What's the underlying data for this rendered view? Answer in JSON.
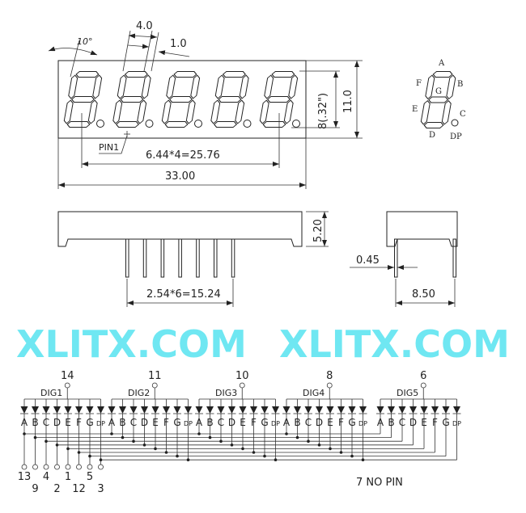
{
  "front_view": {
    "angle_label": "10°",
    "digit_width_label": "4.0",
    "segment_width_label": "1.0",
    "pin1_label": "PIN1",
    "digit_pitch_label": "6.44*4=25.76",
    "total_width_label": "33.00",
    "digit_height_label": "8(.32\")",
    "total_height_label": "11.0",
    "digit_count": 5
  },
  "segment_legend": {
    "labels": {
      "A": "A",
      "B": "B",
      "C": "C",
      "D": "D",
      "E": "E",
      "F": "F",
      "G": "G",
      "DP": "DP"
    }
  },
  "side_view": {
    "height_label": "5.20",
    "pin_pitch_label": "2.54*6=15.24",
    "pin_count": 7
  },
  "end_view": {
    "pin_width_label": "0.45",
    "pin_row_label": "8.50"
  },
  "schematic": {
    "segments": [
      "A",
      "B",
      "C",
      "D",
      "E",
      "F",
      "G",
      "DP"
    ],
    "digits": [
      {
        "label": "DIG1",
        "pin": "14"
      },
      {
        "label": "DIG2",
        "pin": "11"
      },
      {
        "label": "DIG3",
        "pin": "10"
      },
      {
        "label": "DIG4",
        "pin": "8"
      },
      {
        "label": "DIG5",
        "pin": "6"
      }
    ],
    "segment_pins": [
      "13",
      "9",
      "4",
      "2",
      "1",
      "12",
      "5",
      "3"
    ],
    "note": "7 NO PIN"
  },
  "watermark": "XLITX.COM",
  "colors": {
    "line": "#222222",
    "watermark": "#3fe0ee"
  }
}
